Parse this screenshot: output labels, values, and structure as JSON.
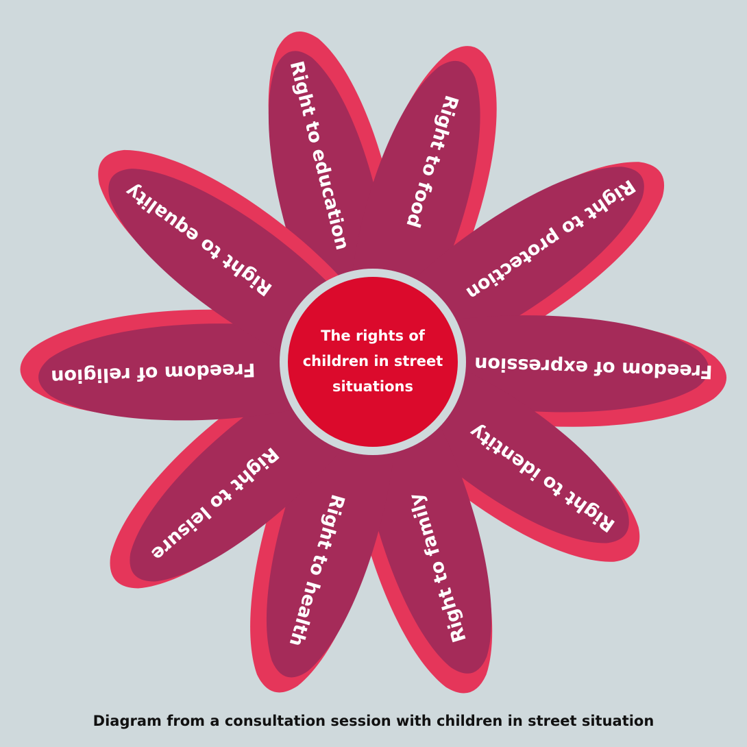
{
  "colors": {
    "background": "#cfd9dc",
    "petal_outer": "#e5365a",
    "petal_inner": "#a52b59",
    "center_fill": "#db0a2c",
    "center_ring": "#cfd9dc",
    "label_text": "#ffffff",
    "caption_text": "#111111"
  },
  "center": {
    "lines": [
      "The rights of",
      "children in street",
      "situations"
    ]
  },
  "petals": [
    {
      "label": "Right to education"
    },
    {
      "label": "Right to food"
    },
    {
      "label": "Right to protection"
    },
    {
      "label": "Freedom of expression"
    },
    {
      "label": "Right to identity"
    },
    {
      "label": "Right to family"
    },
    {
      "label": "Right to health"
    },
    {
      "label": "Right to leisure"
    },
    {
      "label": "Freedom of religion"
    },
    {
      "label": "Right to equality"
    }
  ],
  "caption": "Diagram from a consultation session with children in street situation"
}
